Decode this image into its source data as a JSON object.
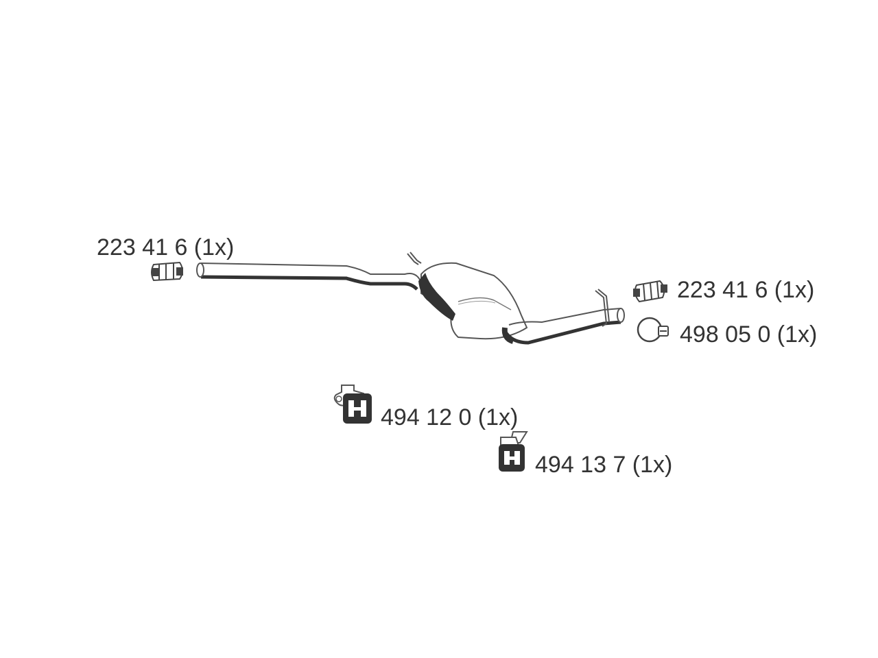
{
  "parts": [
    {
      "id": "clamp-front",
      "label": "223 41 6 (1x)",
      "icon": "pipe-clamp-icon"
    },
    {
      "id": "clamp-rear",
      "label": "223 41 6 (1x)",
      "icon": "pipe-clamp-icon"
    },
    {
      "id": "ring-clamp",
      "label": "498 05 0 (1x)",
      "icon": "ring-clamp-icon"
    },
    {
      "id": "mount-large",
      "label": "494 12 0 (1x)",
      "icon": "rubber-mount-icon"
    },
    {
      "id": "mount-small",
      "label": "494 13 7 (1x)",
      "icon": "rubber-mount-icon"
    }
  ],
  "colors": {
    "outline": "#555555",
    "dark": "#333333",
    "text": "#333333"
  }
}
